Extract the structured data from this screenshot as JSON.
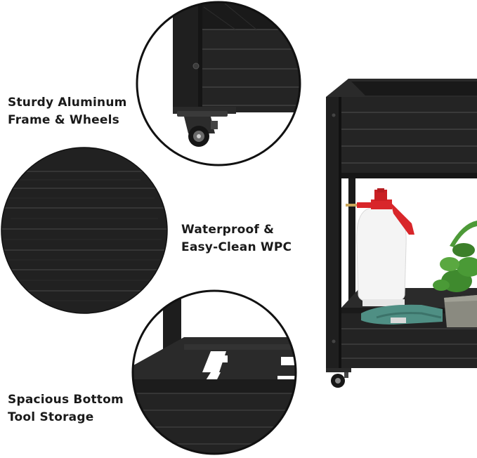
{
  "features": [
    {
      "line1": "Sturdy Aluminum",
      "line2": "Frame & Wheels"
    },
    {
      "line1": "Waterproof &",
      "line2": "Easy-Clean WPC"
    },
    {
      "line1": "Spacious Bottom",
      "line2": "Tool Storage"
    }
  ],
  "colors": {
    "planter_dark": "#1e1e1e",
    "board_line": "#3a3a3a",
    "sprayer_red": "#d8262a",
    "sprayer_body": "#f2f2f2",
    "glove_teal": "#4f8f84",
    "plant_green": "#3f8a2e",
    "pot_grey": "#8a8a80",
    "circle_border": "#111111"
  },
  "icons": [
    "caster-wheel-icon",
    "spray-bottle-icon",
    "gloves-icon",
    "potted-plant-icon"
  ]
}
